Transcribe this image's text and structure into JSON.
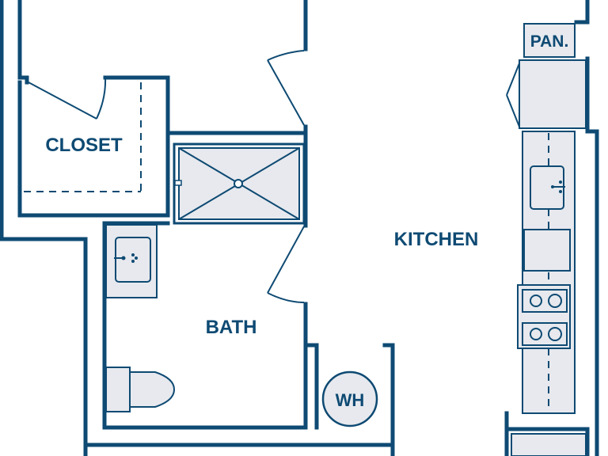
{
  "rooms": {
    "closet": "CLOSET",
    "bath": "BATH",
    "kitchen": "KITCHEN",
    "pantry": "PAN.",
    "water_heater": "WH"
  },
  "colors": {
    "wall": "#0e4a73",
    "fixture_fill": "#e7e9ee",
    "background": "#ffffff"
  }
}
